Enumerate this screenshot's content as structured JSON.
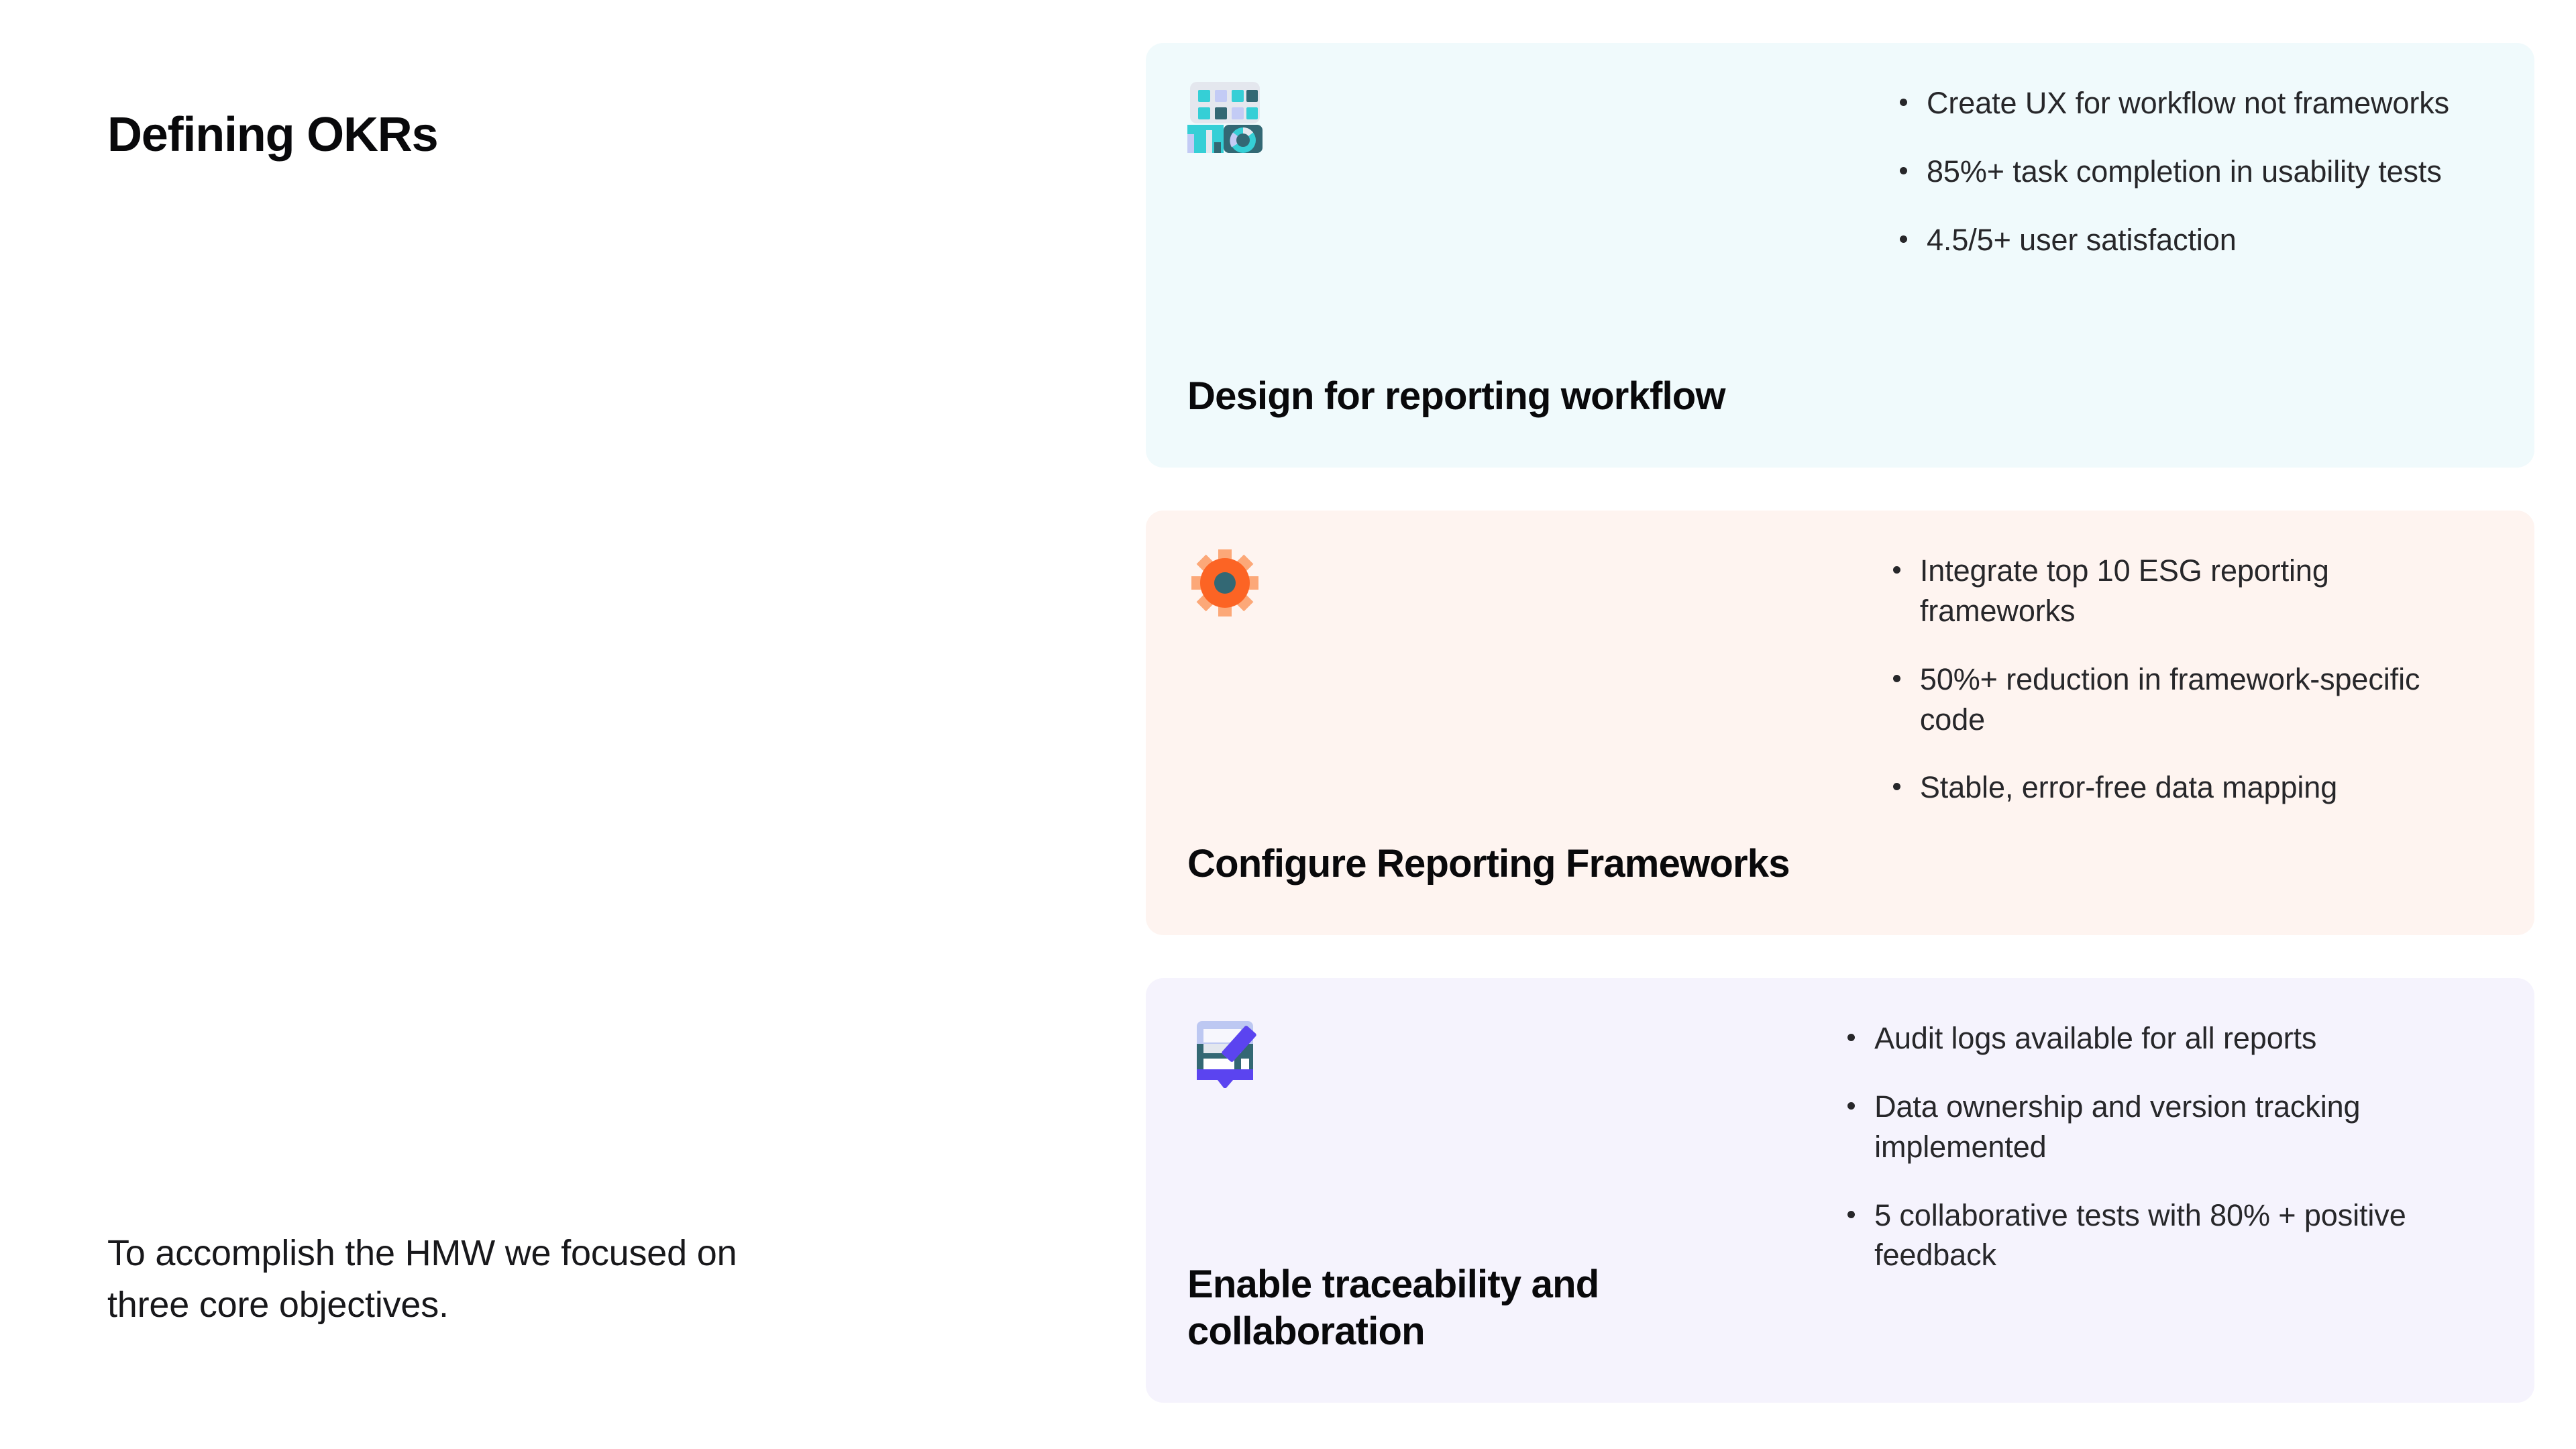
{
  "slide": {
    "title": "Defining OKRs",
    "intro": "To accomplish the HMW we focused on three core objectives."
  },
  "colors": {
    "card1_bg": "#f0fafc",
    "card2_bg": "#fef4f0",
    "card3_bg": "#f5f3fd",
    "teal_light": "#35cfd6",
    "teal_dark": "#336874",
    "periwinkle": "#c3cbf5",
    "icon_panel": "#e4e7ee",
    "orange": "#fc6424",
    "orange_light": "#fca878",
    "purple": "#5b44f0",
    "purple_light": "#bdc8f2",
    "text_dark": "#09090b",
    "text_body": "#27272a"
  },
  "cards": [
    {
      "icon": "dashboard-analytics-icon",
      "title": "Design for reporting workflow",
      "bullets": [
        "Create UX for workflow not frameworks",
        "85%+ task completion in usability tests",
        "4.5/5+ user satisfaction"
      ]
    },
    {
      "icon": "gear-settings-icon",
      "title": "Configure Reporting Frameworks",
      "bullets": [
        "Integrate top 10 ESG reporting frameworks",
        "50%+ reduction in framework-specific code",
        "Stable, error-free data mapping"
      ]
    },
    {
      "icon": "document-edit-icon",
      "title": "Enable traceability and collaboration",
      "bullets": [
        "Audit logs available for all reports",
        "Data ownership and version tracking implemented",
        "5 collaborative tests with 80% + positive feedback"
      ]
    }
  ]
}
